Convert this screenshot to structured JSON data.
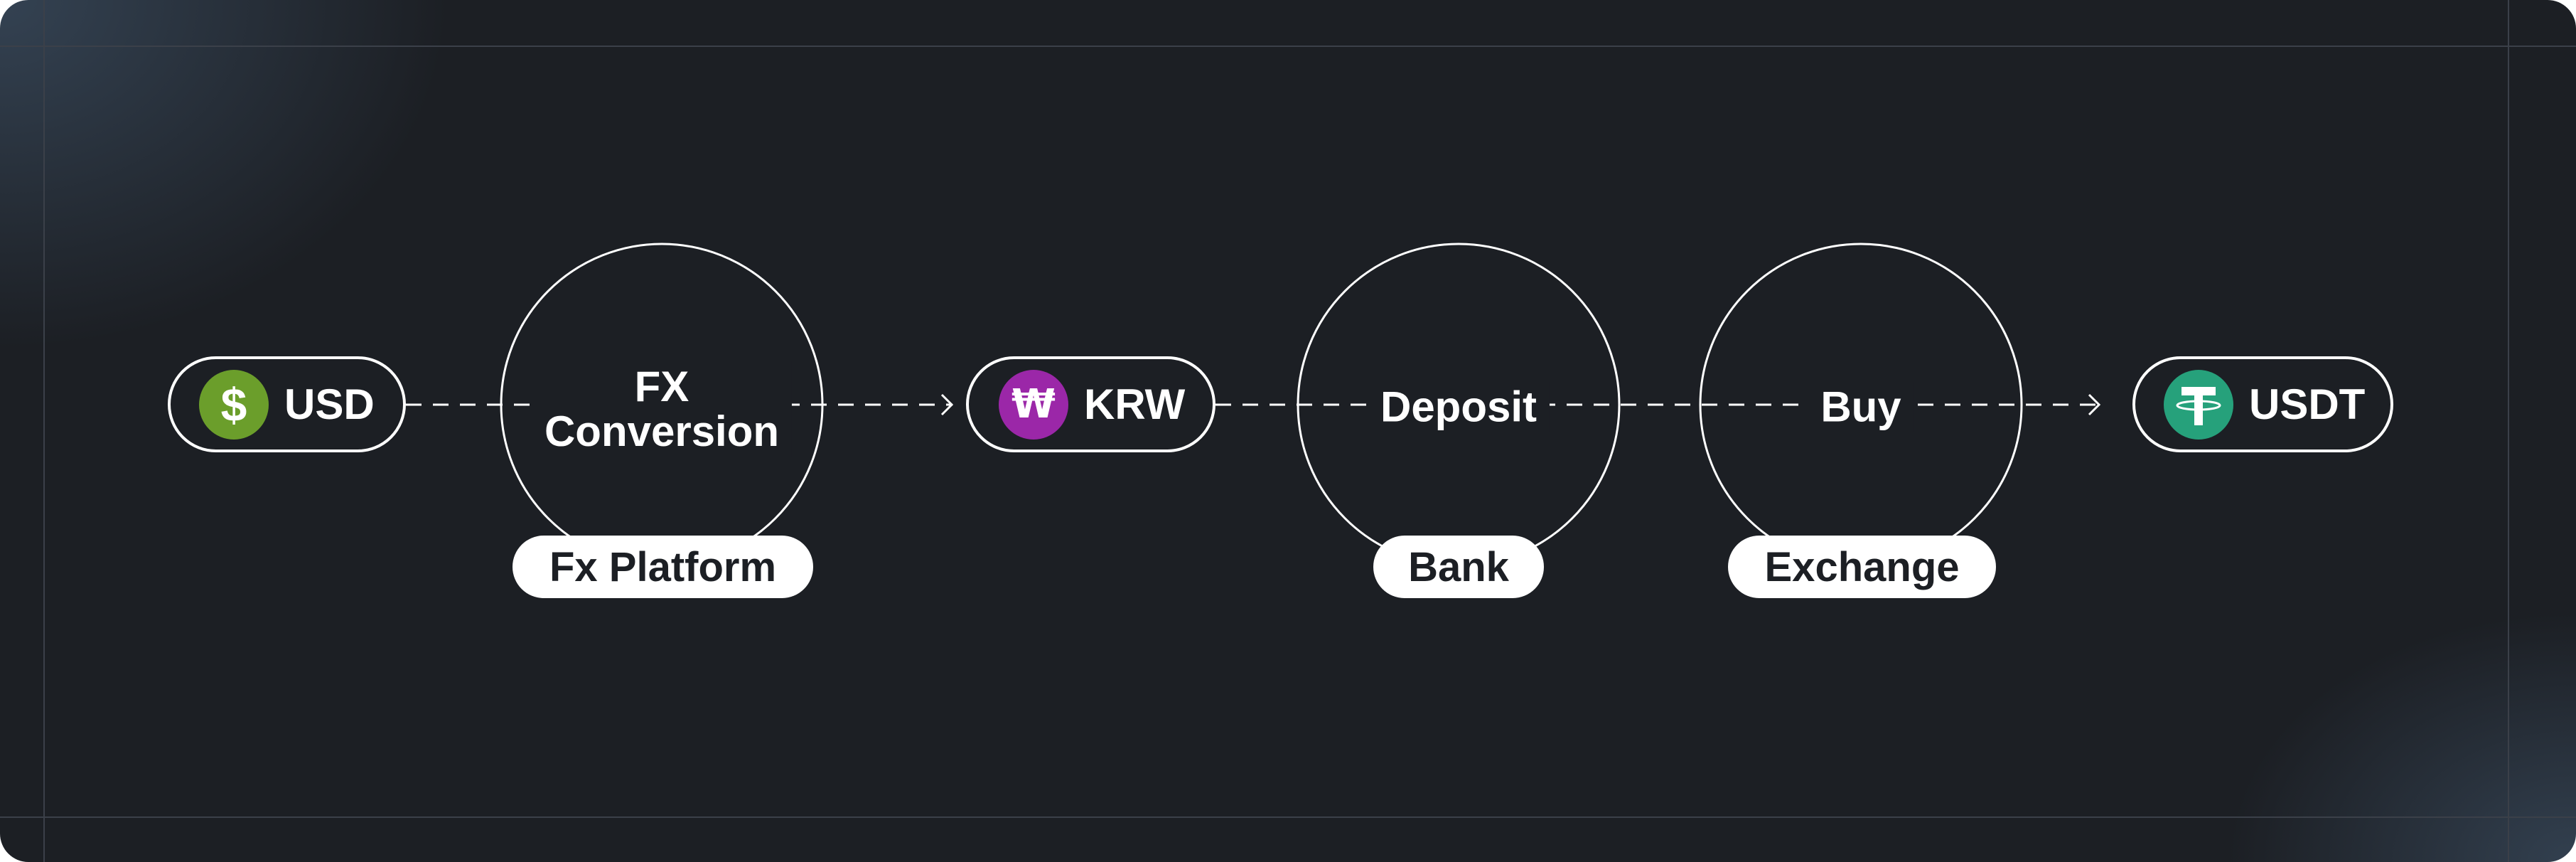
{
  "nodes": {
    "usd": {
      "label": "USD",
      "icon": "dollar-icon",
      "color": "#6b9e2b",
      "glyph": "$"
    },
    "krw": {
      "label": "KRW",
      "icon": "won-icon",
      "color": "#9b27a8",
      "glyph": "₩"
    },
    "usdt": {
      "label": "USDT",
      "icon": "tether-icon",
      "color": "#26a17b"
    }
  },
  "steps": [
    {
      "label_line1": "FX",
      "label_line2": "Conversion",
      "provider": "Fx Platform"
    },
    {
      "label": "Deposit",
      "provider": "Bank"
    },
    {
      "label": "Buy",
      "provider": "Exchange"
    }
  ]
}
